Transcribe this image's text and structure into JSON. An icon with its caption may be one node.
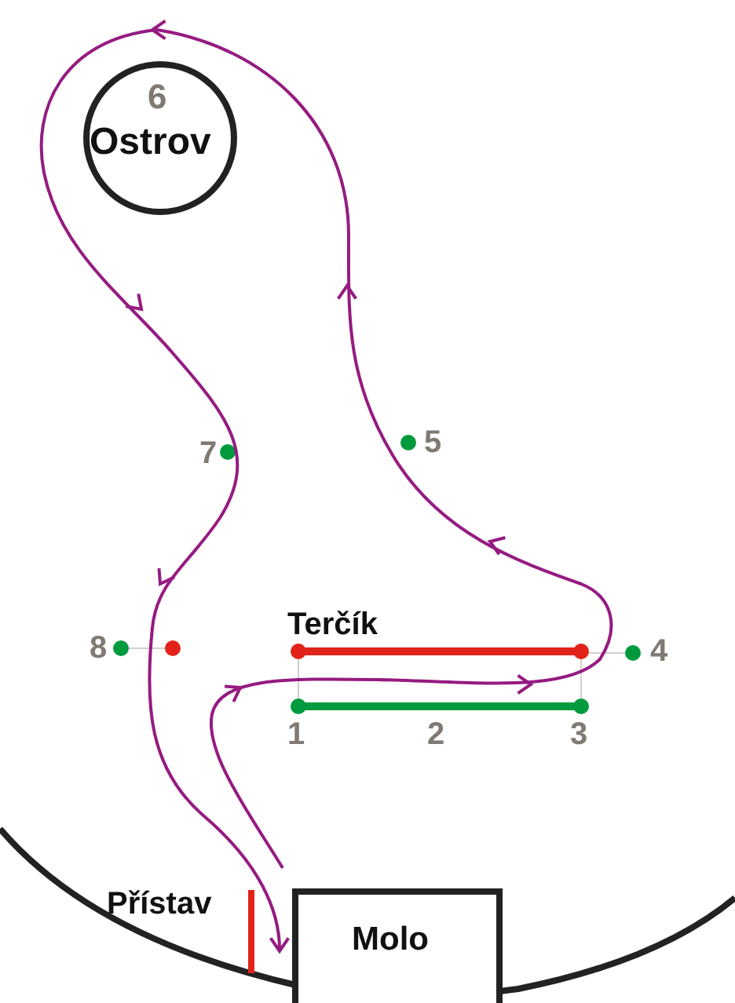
{
  "diagram": {
    "nodes": [
      {
        "text": [
          "6",
          "Ostrov"
        ]
      },
      {
        "text": [
          "Molo"
        ]
      }
    ],
    "labels": [
      "5",
      "7",
      "Terčík",
      "8",
      "4",
      "1",
      "2",
      "3",
      "Přístav"
    ]
  }
}
